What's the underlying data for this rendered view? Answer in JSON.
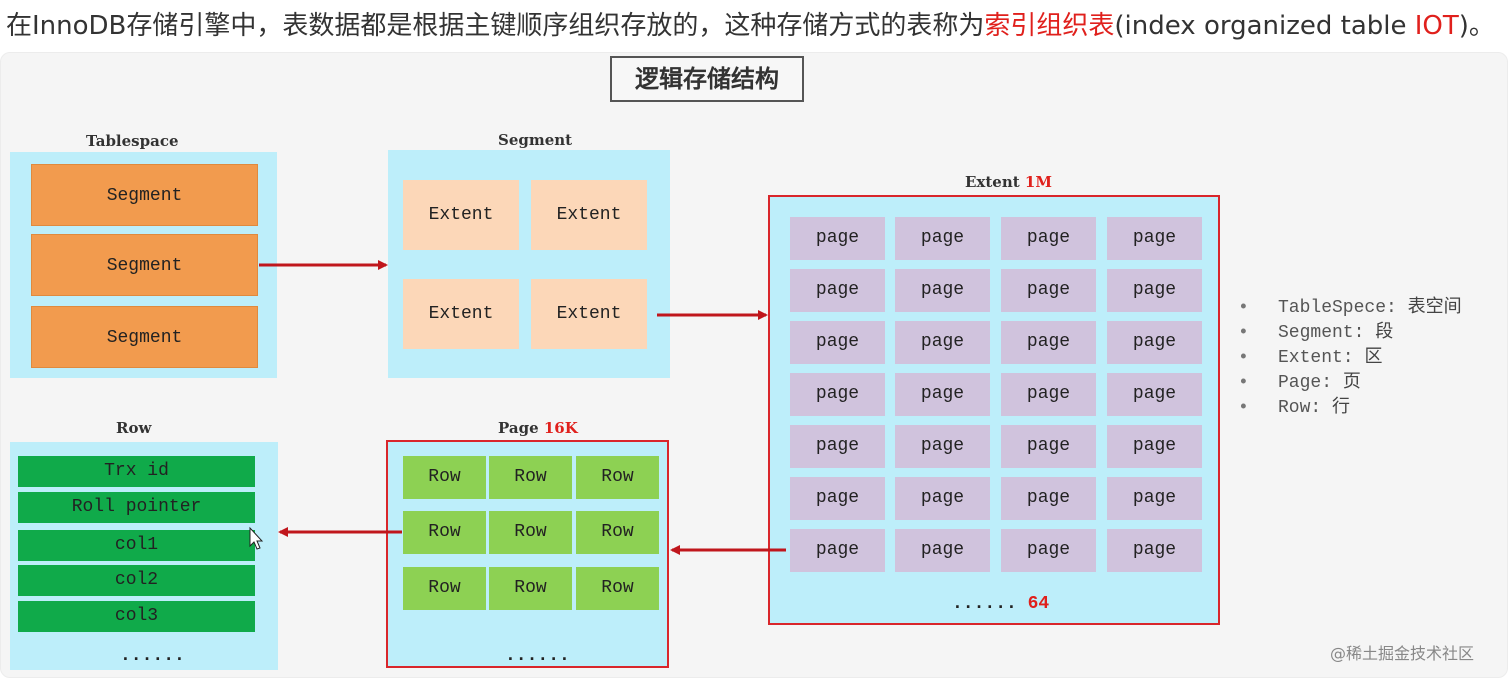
{
  "intro": {
    "part1": "在InnoDB存储引擎中，表数据都是根据主键顺序组织存放的，这种存储方式的表称为",
    "highlight1": "索引组织表",
    "part2": "(index organized table ",
    "highlight2": "IOT",
    "part3": ")。"
  },
  "diagram": {
    "title": "逻辑存储结构",
    "tablespace": {
      "label": "Tablespace",
      "segments": [
        "Segment",
        "Segment",
        "Segment"
      ]
    },
    "segment": {
      "label": "Segment",
      "extents": [
        "Extent",
        "Extent",
        "Extent",
        "Extent"
      ]
    },
    "extent": {
      "label": "Extent",
      "size": "1M",
      "page_label": "page",
      "rows": 7,
      "cols": 4,
      "more_dots": "......",
      "count": "64"
    },
    "page": {
      "label": "Page",
      "size": "16K",
      "row_label": "Row",
      "rows": 3,
      "cols": 3,
      "more_dots": "......"
    },
    "row": {
      "label": "Row",
      "fields": [
        "Trx id",
        "Roll pointer",
        "col1",
        "col2",
        "col3"
      ],
      "more_dots": "......"
    },
    "arrow_color": "#c0161c"
  },
  "legend": {
    "items": [
      {
        "bullet": "•",
        "term": "TableSpece:",
        "zh": "表空间"
      },
      {
        "bullet": "•",
        "term": "Segment:",
        "zh": "段"
      },
      {
        "bullet": "•",
        "term": "Extent:",
        "zh": "区"
      },
      {
        "bullet": "•",
        "term": "Page:",
        "zh": "页"
      },
      {
        "bullet": "•",
        "term": "Row:",
        "zh": "行"
      }
    ]
  },
  "watermark": "@稀土掘金技术社区",
  "colors": {
    "segment": "#f29b4e",
    "extent": "#fcd7b8",
    "page": "#d0c3dd",
    "row": "#8dd153",
    "field": "#10aa4a",
    "container": "#bdeefa",
    "highlight_red": "#e0201c"
  }
}
